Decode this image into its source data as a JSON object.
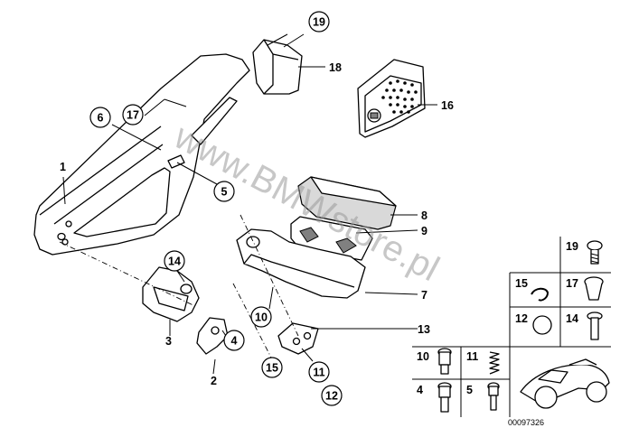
{
  "watermark": "www.BMWstore.pl",
  "doc_number": "00097326",
  "callouts": {
    "c1": "1",
    "c2": "2",
    "c3": "3",
    "c4": "4",
    "c5": "5",
    "c6": "6",
    "c7": "7",
    "c8": "8",
    "c9": "9",
    "c10": "10",
    "c11": "11",
    "c12": "12",
    "c13": "13",
    "c14": "14",
    "c15": "15",
    "c16": "16",
    "c17": "17",
    "c18": "18",
    "c19": "19"
  },
  "legend": {
    "g19": "19",
    "g15": "15",
    "g17": "17",
    "g12": "12",
    "g14": "14",
    "g10": "10",
    "g11": "11",
    "g4": "4",
    "g5": "5"
  }
}
